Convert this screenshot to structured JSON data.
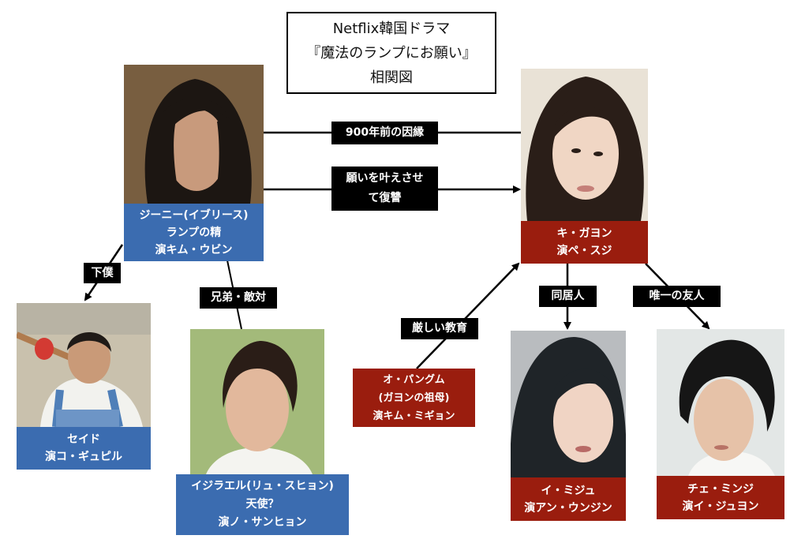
{
  "title": {
    "line1": "Netflix韓国ドラマ",
    "line2": "『魔法のランプにお願い』",
    "line3": "相関図"
  },
  "colors": {
    "protagonist_side": "#3b6cb0",
    "heroine_side": "#9a1d0e",
    "relation_label_bg": "#000000"
  },
  "characters": {
    "genie": {
      "name": "ジーニー(イブリース)",
      "role": "ランプの精",
      "actor": "演キム・ウビン",
      "side": "blue"
    },
    "gayoung": {
      "name": "キ・ガヨン",
      "actor": "演ペ・スジ",
      "side": "red"
    },
    "seid": {
      "name": "セイド",
      "actor": "演コ・ギュピル",
      "side": "blue"
    },
    "izrael": {
      "name": "イジラエル(リュ・スヒョン)",
      "role": "天使？",
      "actor": "演ノ・サンヒョン",
      "side": "blue"
    },
    "panggum": {
      "name": "オ・パングム",
      "role": "(ガヨンの祖母)",
      "actor": "演キム・ミギョン",
      "side": "red"
    },
    "miju": {
      "name": "イ・ミジュ",
      "actor": "演アン・ウンジン",
      "side": "red"
    },
    "minji": {
      "name": "チェ・ミンジ",
      "actor": "演イ・ジュヨン",
      "side": "red"
    }
  },
  "relations": {
    "genie_gayoung_fate": "900年前の因縁",
    "genie_gayoung_revenge_1": "願いを叶えさせ",
    "genie_gayoung_revenge_2": "て復讐",
    "genie_seid": "下僕",
    "genie_izrael": "兄弟・敵対",
    "panggum_gayoung": "厳しい教育",
    "gayoung_miju": "同居人",
    "gayoung_minji": "唯一の友人"
  }
}
